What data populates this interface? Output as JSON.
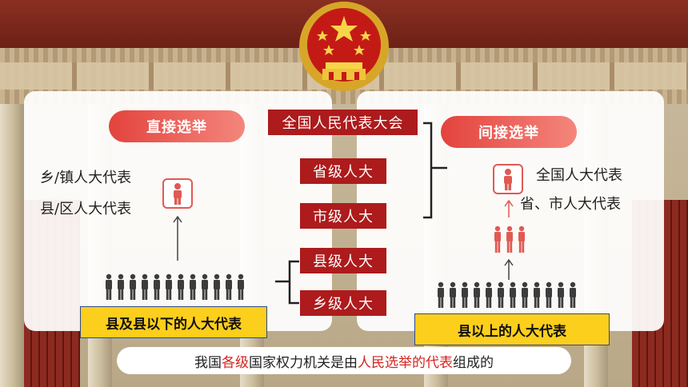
{
  "pills": {
    "direct": "直接选举",
    "indirect": "间接选举"
  },
  "levels": {
    "national": "全国人民代表大会",
    "provincial": "省级人大",
    "municipal": "市级人大",
    "county": "县级人大",
    "township": "乡级人大"
  },
  "left_labels": [
    "乡/镇人大代表",
    "县/区人大代表"
  ],
  "right_labels": [
    "全国人大代表",
    "省、市人大代表"
  ],
  "yellow_labels": {
    "left": "县及县以下的人大代表",
    "right": "县以上的人大代表"
  },
  "bottom_sentence": {
    "p1": "我国",
    "p2": "各级",
    "p3": "国家权力机关是由",
    "p4": "人民选举的代表",
    "p5": "组成的"
  },
  "colors": {
    "accent_red": "#ad1b1c",
    "highlight_red": "#d5241f",
    "pill_gradient_start": "#e3433d",
    "pill_gradient_end": "#f4867c",
    "label_yellow": "#fccf1c",
    "people_dark": "#3c3c3c",
    "people_red": "#e05a53"
  },
  "icons": [
    "national-emblem-icon",
    "person-icon",
    "crowd-icon",
    "up-arrow-icon",
    "bracket-icon"
  ]
}
